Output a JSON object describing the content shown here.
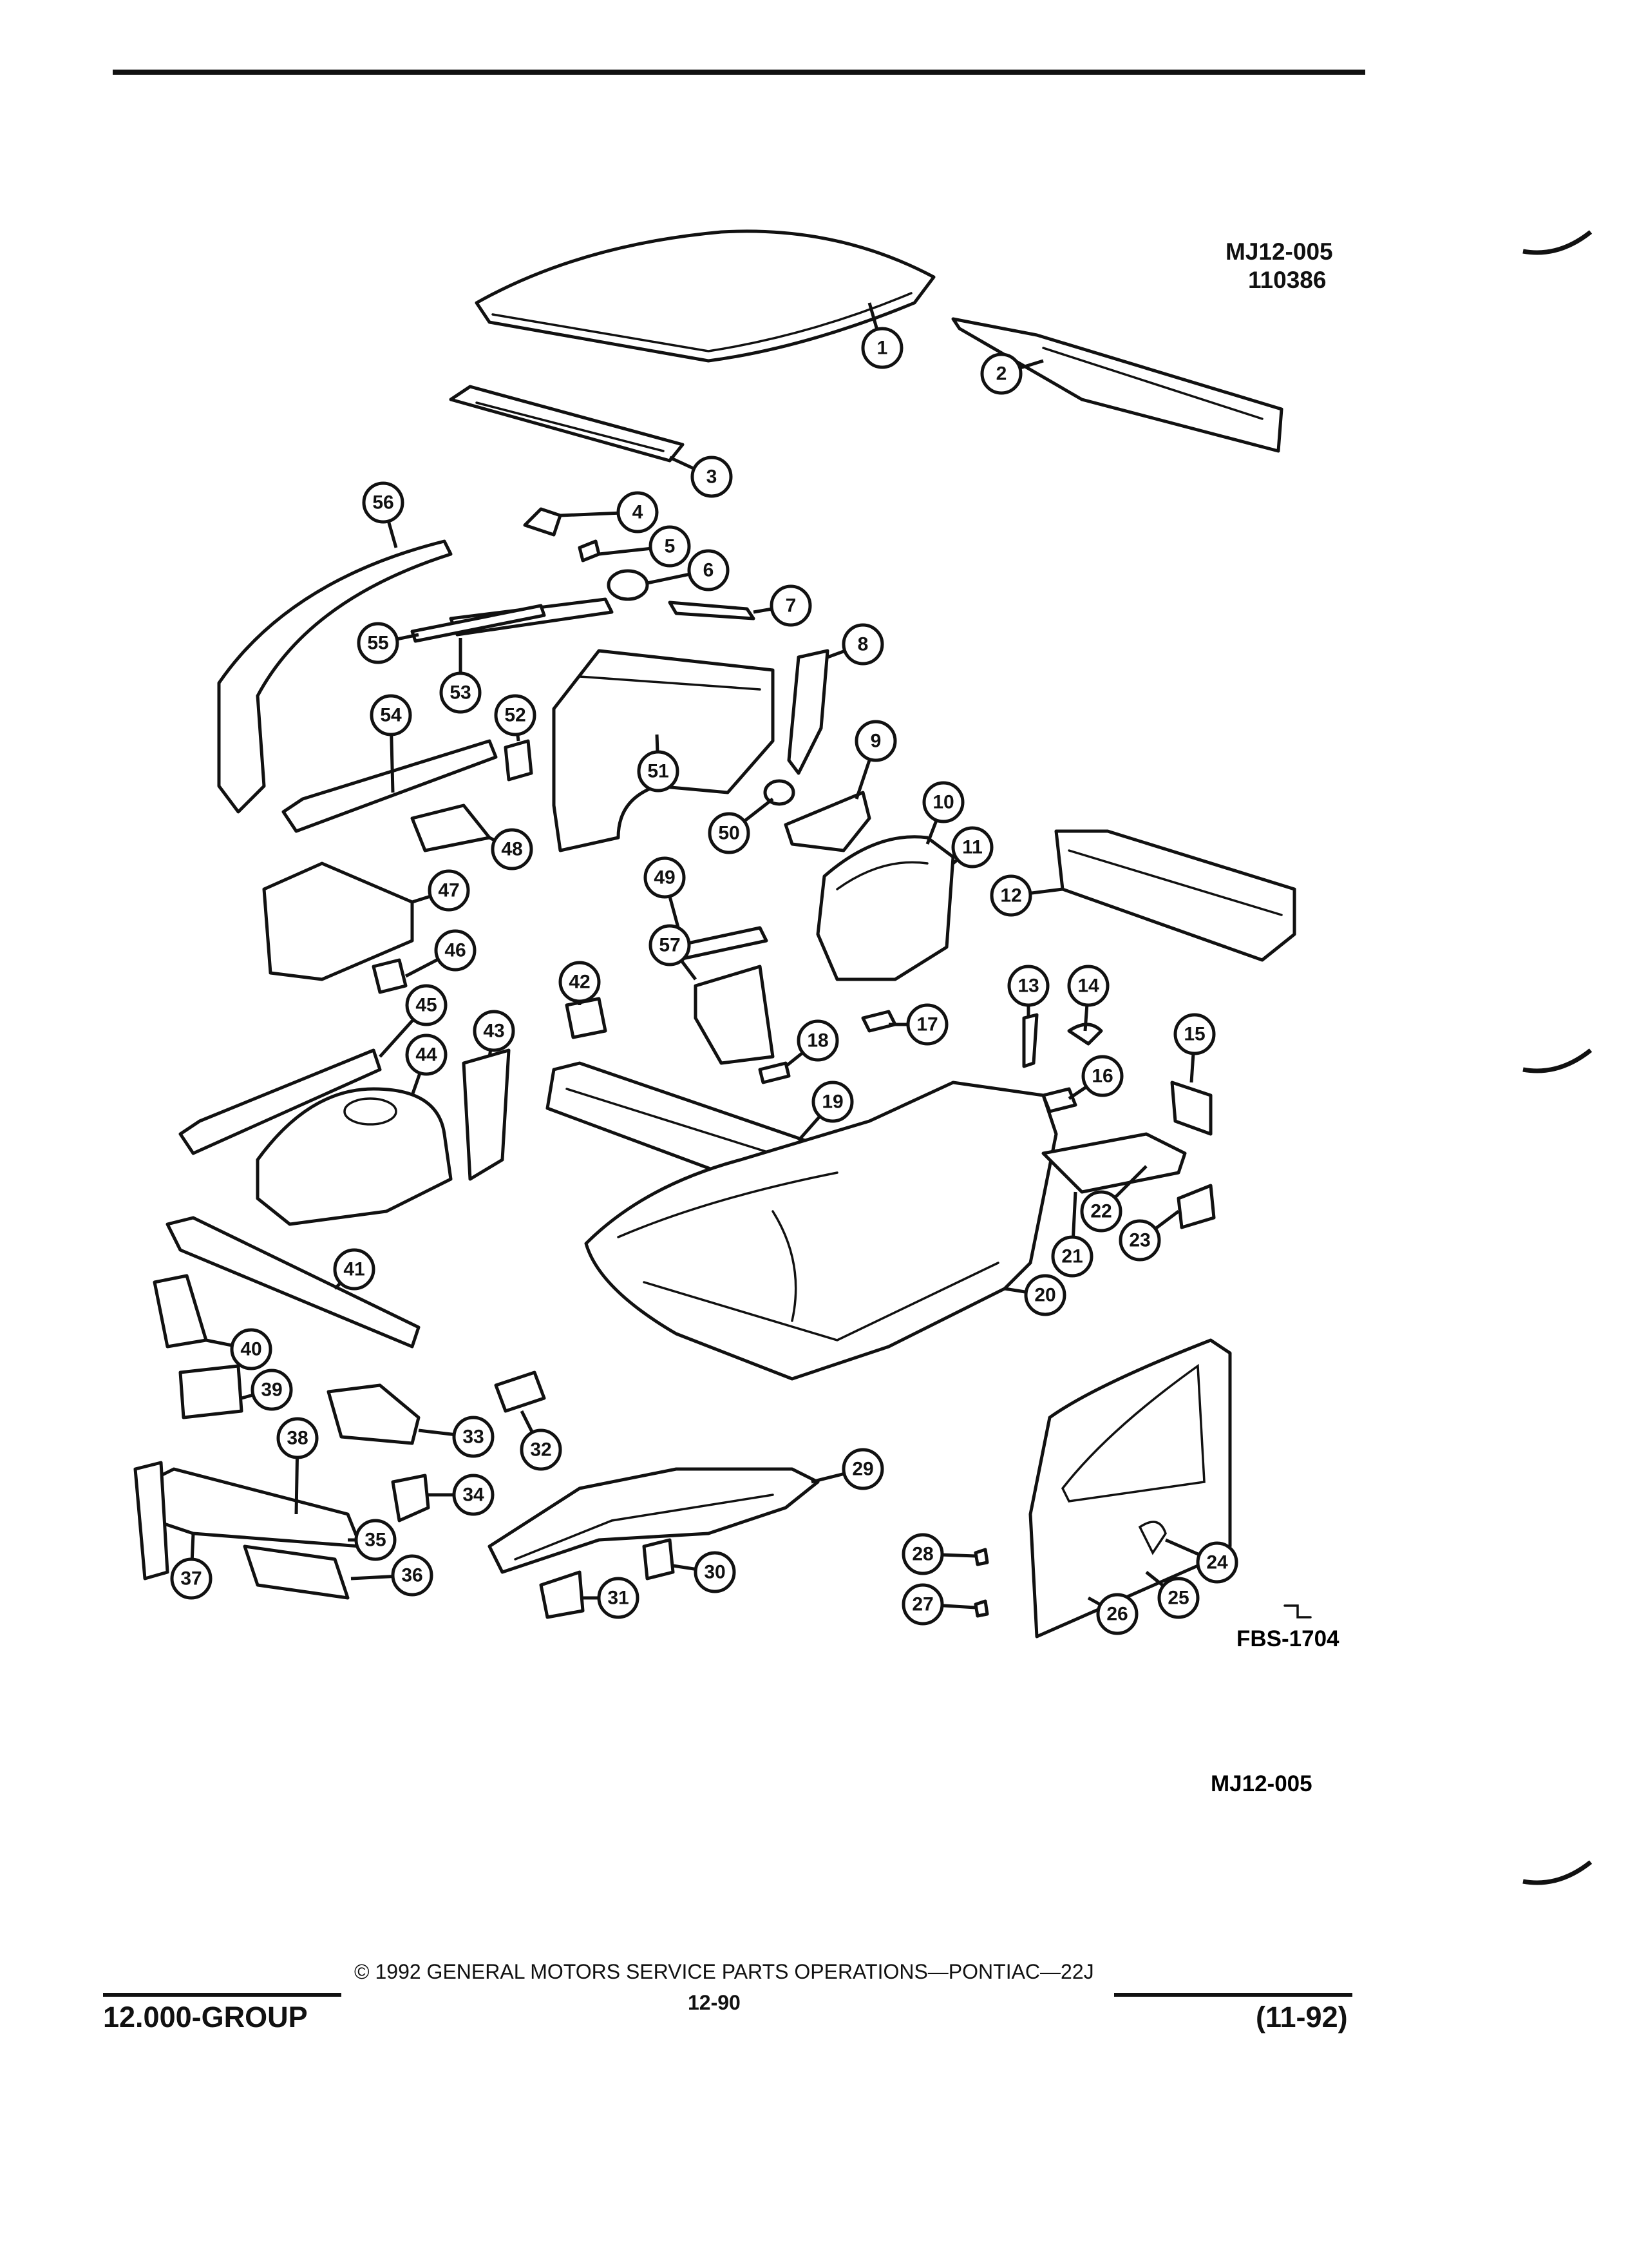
{
  "header": {
    "figure_code": "MJ12-005",
    "figure_date": "110386"
  },
  "diagram": {
    "source_code": "FBS-1704",
    "bottom_code": "MJ12-005",
    "callouts": [
      "1",
      "2",
      "3",
      "4",
      "5",
      "6",
      "7",
      "8",
      "9",
      "10",
      "11",
      "12",
      "13",
      "14",
      "15",
      "16",
      "17",
      "18",
      "19",
      "20",
      "21",
      "22",
      "23",
      "24",
      "25",
      "26",
      "27",
      "28",
      "29",
      "30",
      "31",
      "32",
      "33",
      "34",
      "35",
      "36",
      "37",
      "38",
      "39",
      "40",
      "41",
      "42",
      "43",
      "44",
      "45",
      "46",
      "47",
      "48",
      "49",
      "50",
      "51",
      "52",
      "53",
      "54",
      "55",
      "56",
      "57"
    ]
  },
  "footer": {
    "group": "12.000-GROUP",
    "copyright": "© 1992 GENERAL MOTORS SERVICE PARTS OPERATIONS—PONTIAC—22J",
    "page": "12-90",
    "revision": "(11-92)"
  }
}
